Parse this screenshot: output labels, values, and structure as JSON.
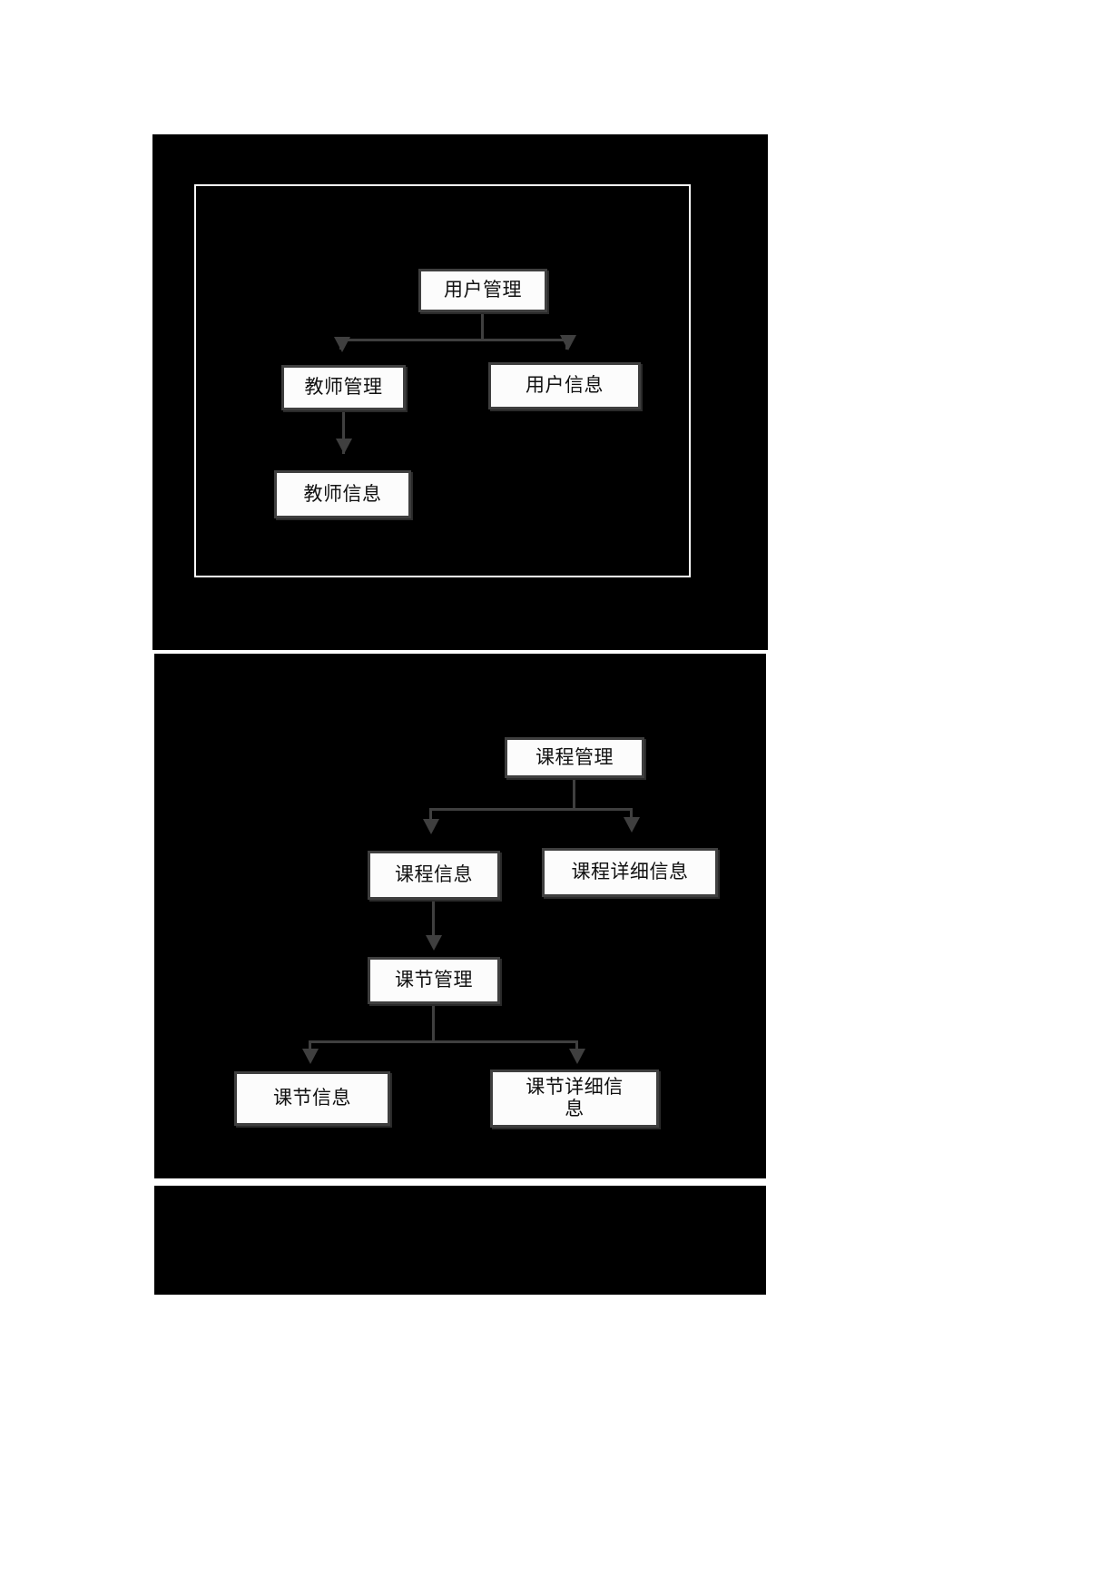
{
  "document": {
    "page_background": "#ffffff",
    "canvas_background": "#000000",
    "frame_border_color": "#ffffff",
    "node_fill": "#fcfcfc",
    "node_border": "#3f3f3f",
    "connector_color": "#3f3f3f",
    "text_color": "#111111"
  },
  "diagrams": [
    {
      "id": "user-management-diagram",
      "nodes": {
        "user_management": "用户管理",
        "teacher_management": "教师管理",
        "user_information": "用户信息",
        "teacher_information": "教师信息"
      },
      "edges": [
        {
          "from": "用户管理",
          "to": "教师管理"
        },
        {
          "from": "用户管理",
          "to": "用户信息"
        },
        {
          "from": "教师管理",
          "to": "教师信息"
        }
      ]
    },
    {
      "id": "course-management-diagram",
      "nodes": {
        "course_management": "课程管理",
        "course_information": "课程信息",
        "course_detail_information": "课程详细信息",
        "lesson_management": "课节管理",
        "lesson_information": "课节信息",
        "lesson_detail_information": "课节详细信\n息"
      },
      "edges": [
        {
          "from": "课程管理",
          "to": "课程信息"
        },
        {
          "from": "课程管理",
          "to": "课程详细信息"
        },
        {
          "from": "课程信息",
          "to": "课节管理"
        },
        {
          "from": "课节管理",
          "to": "课节信息"
        },
        {
          "from": "课节管理",
          "to": "课节详细信息"
        }
      ]
    }
  ]
}
